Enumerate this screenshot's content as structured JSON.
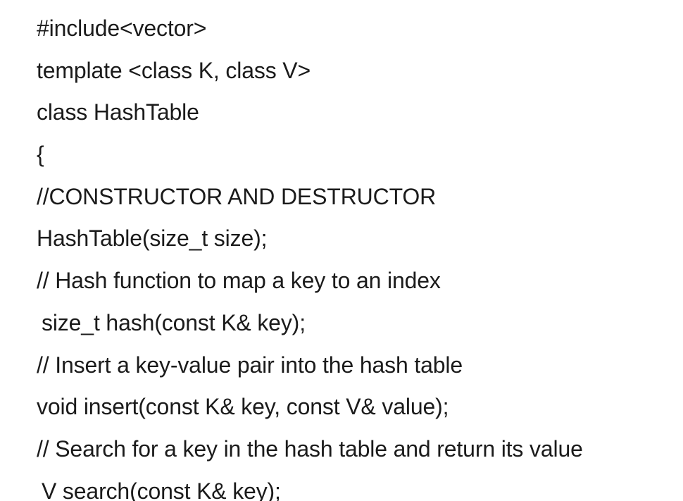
{
  "document": {
    "kind": "code-slide",
    "background_color": "#ffffff",
    "text_color": "#1b1b1b",
    "language": "C++",
    "lines": [
      {
        "text": "#include<vector>",
        "indented": false
      },
      {
        "text": "template <class K, class V>",
        "indented": false
      },
      {
        "text": "class HashTable",
        "indented": false
      },
      {
        "text": "{",
        "indented": false
      },
      {
        "text": "//CONSTRUCTOR AND DESTRUCTOR",
        "indented": false
      },
      {
        "text": "HashTable(size_t size);",
        "indented": false
      },
      {
        "text": "// Hash function to map a key to an index",
        "indented": false
      },
      {
        "text": "size_t hash(const K& key);",
        "indented": true
      },
      {
        "text": "// Insert a key-value pair into the hash table",
        "indented": false
      },
      {
        "text": "void insert(const K& key, const V& value);",
        "indented": false
      },
      {
        "text": "// Search for a key in the hash table and return its value",
        "indented": false
      },
      {
        "text": "V search(const K& key);",
        "indented": true
      }
    ]
  }
}
